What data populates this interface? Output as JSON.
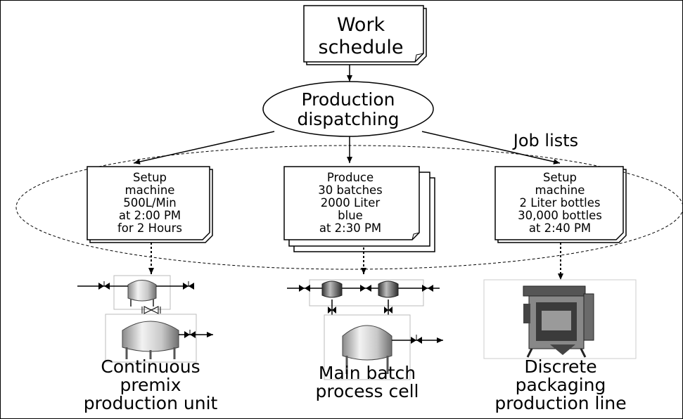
{
  "work_schedule": [
    "Work",
    "schedule"
  ],
  "production_dispatching": [
    "Production",
    "dispatching"
  ],
  "job_lists_label": "Job lists",
  "job_continuous": [
    "Setup",
    "machine",
    "500L/Min",
    "at 2:00 PM",
    "for 2 Hours"
  ],
  "job_batch": [
    "Produce",
    "30 batches",
    "2000 Liter",
    "blue",
    "at 2:30 PM"
  ],
  "job_discrete": [
    "Setup",
    "machine",
    "2 Liter bottles",
    "30,000 bottles",
    "at 2:40 PM"
  ],
  "caption_continuous": [
    "Continuous",
    "premix",
    "production unit"
  ],
  "caption_batch": [
    "Main batch",
    "process cell"
  ],
  "caption_discrete": [
    "Discrete",
    "packaging",
    "production line"
  ],
  "icons": [
    "tank-icon",
    "valve-icon",
    "pump-icon",
    "packaging-machine-icon"
  ]
}
